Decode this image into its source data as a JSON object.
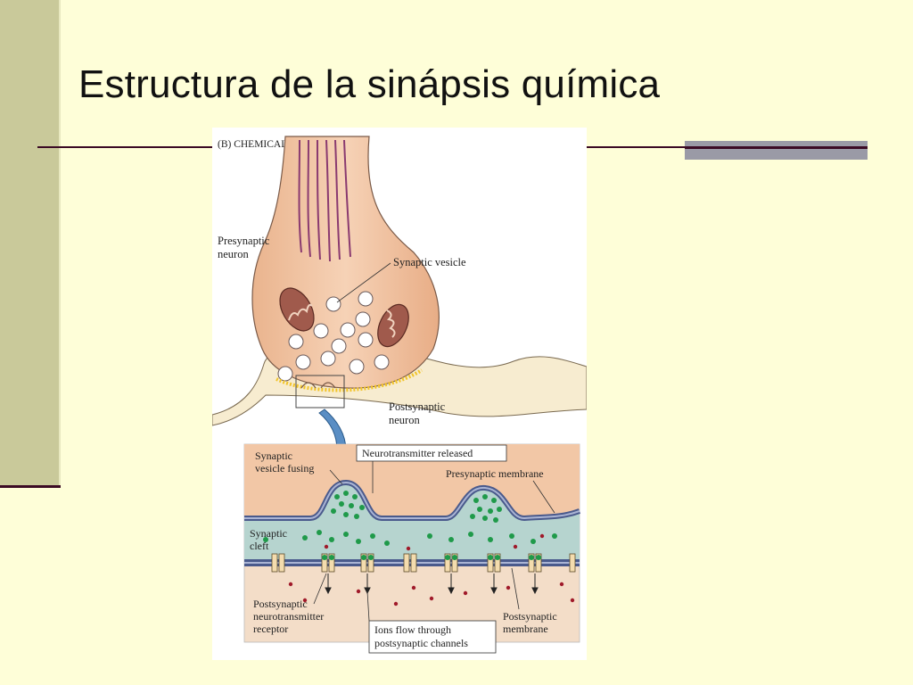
{
  "slide": {
    "title": "Estructura de la sinápsis química"
  },
  "figure": {
    "panel_label": "(B) CHEMICAL SYNAPSE",
    "labels": {
      "presynaptic_neuron_1": "Presynaptic",
      "presynaptic_neuron_2": "neuron",
      "synaptic_vesicle": "Synaptic vesicle",
      "postsynaptic_neuron_1": "Postsynaptic",
      "postsynaptic_neuron_2": "neuron",
      "vesicle_fusing_1": "Synaptic",
      "vesicle_fusing_2": "vesicle fusing",
      "neurotransmitter_released": "Neurotransmitter released",
      "presynaptic_membrane": "Presynaptic membrane",
      "synaptic_cleft_1": "Synaptic",
      "synaptic_cleft_2": "cleft",
      "receptor_1": "Postsynaptic",
      "receptor_2": "neurotransmitter",
      "receptor_3": "receptor",
      "ions_flow_1": "Ions flow through",
      "ions_flow_2": "postsynaptic channels",
      "postsynaptic_membrane_1": "Postsynaptic",
      "postsynaptic_membrane_2": "membrane"
    }
  },
  "colors": {
    "background": "#fefed8",
    "sidebar": "#c9c99a",
    "accent_line": "#3b0a24",
    "neuron": "#f2c6a4",
    "membrane": "#4a5a8c",
    "cleft": "#b6d4cf",
    "neurotransmitter": "#1f9a4a",
    "ion": "#a01a2a"
  }
}
